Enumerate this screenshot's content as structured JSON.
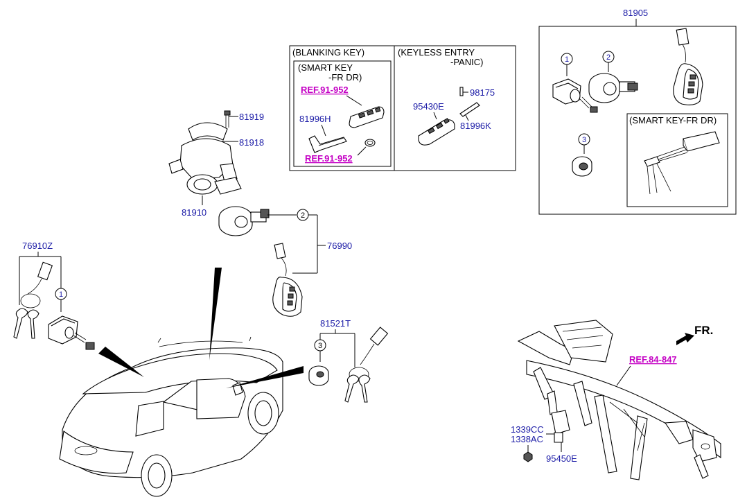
{
  "colors": {
    "part_label": "#1a1aa6",
    "ref_label": "#c400c4",
    "line": "#000000",
    "background": "#ffffff"
  },
  "labels": {
    "p81905": "81905",
    "p81919": "81919",
    "p81918": "81918",
    "p81910": "81910",
    "p76910Z": "76910Z",
    "p76990": "76990",
    "p81521T": "81521T",
    "p81996H": "81996H",
    "p95430E": "95430E",
    "p98175": "98175",
    "p81996K": "81996K",
    "p1339CC": "1339CC",
    "p1338AC": "1338AC",
    "p95450E": "95450E"
  },
  "refs": {
    "ref_a": "REF.91-952",
    "ref_b": "REF.91-952",
    "ref_c": "REF.84-847"
  },
  "boxes": {
    "blanking_key": "(BLANKING KEY)",
    "smart_key_1": "(SMART KEY",
    "smart_key_2": "-FR DR)",
    "keyless_1": "(KEYLESS ENTRY",
    "keyless_2": "-PANIC)",
    "smart_key_fr_dr": "(SMART KEY-FR DR)"
  },
  "callouts": {
    "c1_right": "1",
    "c2_right": "2",
    "c3_right": "3",
    "c2_mid": "2",
    "c1_left": "1",
    "c3_mid": "3"
  },
  "direction": {
    "text": "FR.",
    "arrow_icon": "forward-arrow-icon"
  }
}
